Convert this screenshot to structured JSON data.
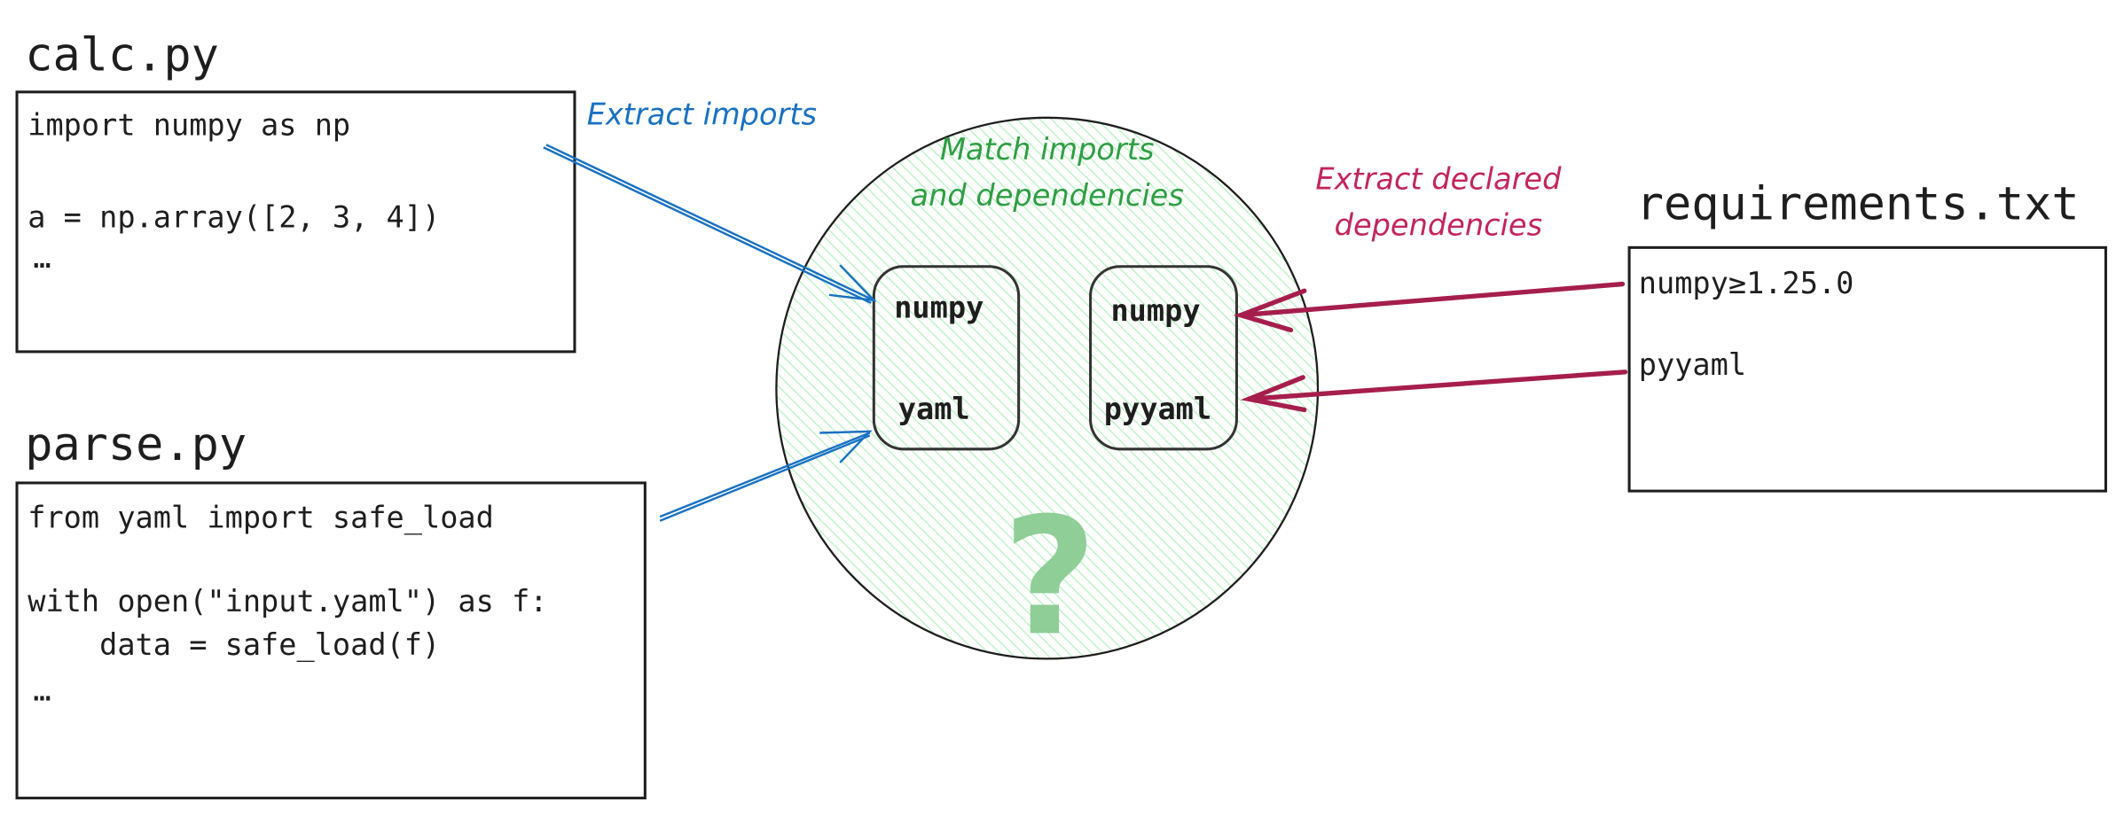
{
  "files": {
    "calc": {
      "title": "calc.py",
      "lines": [
        "import numpy as np",
        "",
        "a = np.array([2, 3, 4])",
        "…"
      ]
    },
    "parse": {
      "title": "parse.py",
      "lines": [
        "from yaml import safe_load",
        "",
        "with open(\"input.yaml\") as f:",
        "    data = safe_load(f)",
        "…"
      ]
    },
    "requirements": {
      "title": "requirements.txt",
      "lines": [
        "numpy≥1.25.0",
        "",
        "pyyaml"
      ]
    }
  },
  "labels": {
    "extract_imports": "Extract imports",
    "match_line1": "Match imports",
    "match_line2": "and dependencies",
    "extract_declared_line1": "Extract declared",
    "extract_declared_line2": "dependencies"
  },
  "matcher": {
    "imports": [
      "numpy",
      "yaml"
    ],
    "dependencies": [
      "numpy",
      "pyyaml"
    ],
    "unknown_symbol": "?"
  },
  "colors": {
    "imports_arrow": "#1971c2",
    "dependencies_arrow": "#a61e4d",
    "match_text": "#2f9e44",
    "circle_fill": "#b2f2bb"
  }
}
